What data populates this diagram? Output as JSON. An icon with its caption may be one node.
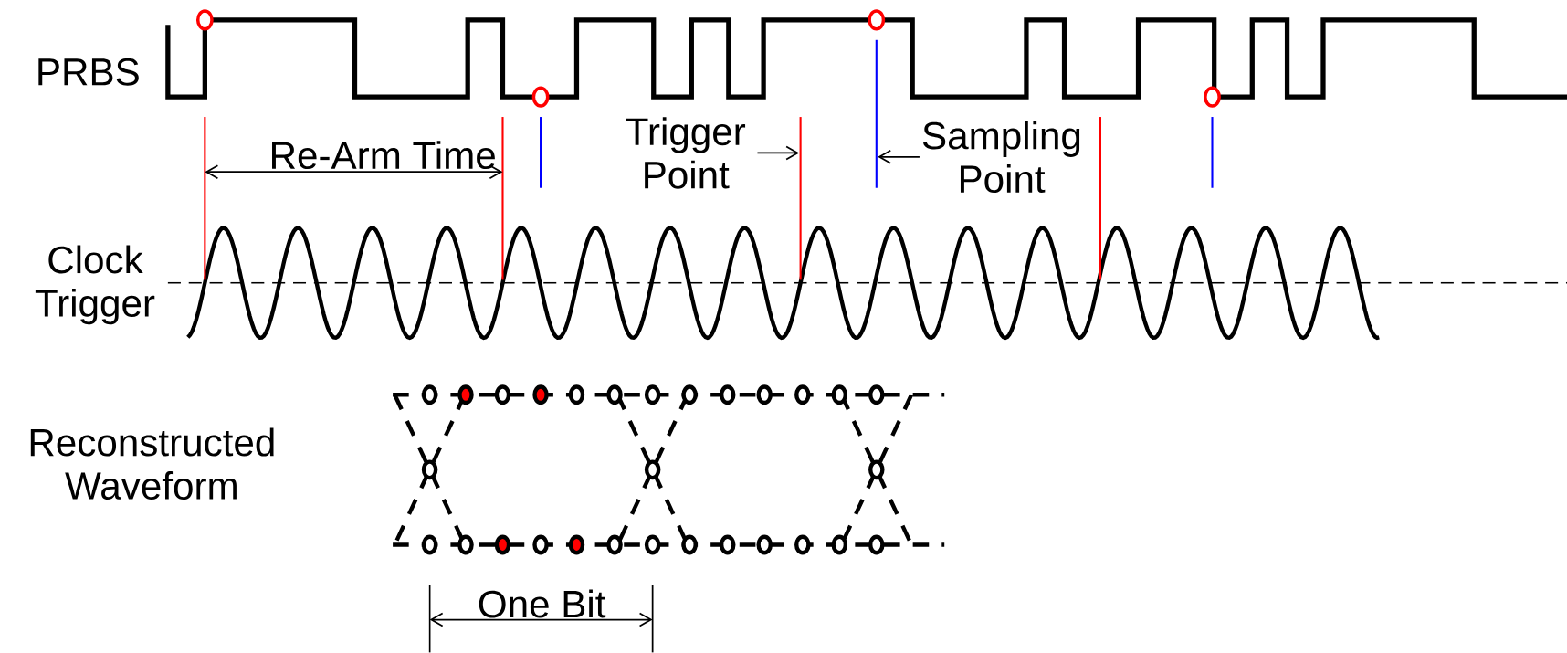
{
  "diagram": {
    "nodes": [
      {
        "text": [
          "Trigger Point"
        ]
      },
      {
        "text": [],
        "shape": "line"
      },
      {
        "text": [
          "Sampling Point"
        ]
      },
      {
        "text": [],
        "shape": "line"
      }
    ],
    "edges": [
      {
        "from": 0,
        "to": 1,
        "arrow": "to"
      },
      {
        "from": 2,
        "to": 3,
        "arrow": "to"
      }
    ],
    "labels": [
      "PRBS",
      "Re-Arm Time",
      "Clock Trigger",
      "Reconstructed Waveform",
      "One Bit"
    ]
  }
}
